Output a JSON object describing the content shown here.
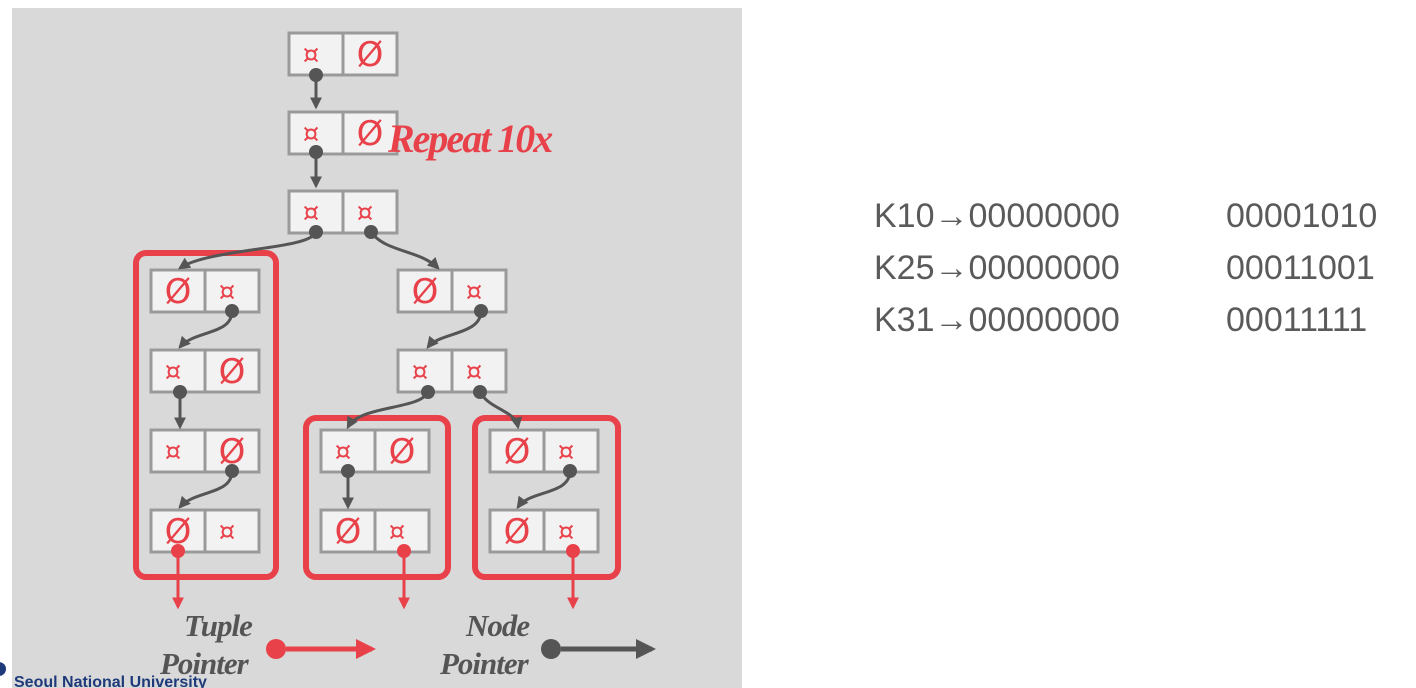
{
  "diagram": {
    "annotation": "Repeat 10x",
    "null_symbol": "Ø",
    "pointer_symbol": "¤",
    "legend": {
      "tuple_line1": "Tuple",
      "tuple_line2": "Pointer",
      "node_line1": "Node",
      "node_line2": "Pointer"
    },
    "colors": {
      "tuple_pointer": "#e8414a",
      "node_pointer": "#555555",
      "panel": "#d9d9d9",
      "cell": "#f2f2f2"
    },
    "nodes": [
      {
        "id": "n1",
        "left": "pointer",
        "right": "null"
      },
      {
        "id": "n2",
        "left": "pointer",
        "right": "null"
      },
      {
        "id": "n3",
        "left": "pointer",
        "right": "pointer"
      },
      {
        "id": "n4",
        "left": "null",
        "right": "pointer"
      },
      {
        "id": "n5",
        "left": "pointer",
        "right": "null"
      },
      {
        "id": "n6",
        "left": "null",
        "right": "pointer"
      },
      {
        "id": "n7",
        "left": "pointer",
        "right": "null"
      },
      {
        "id": "n8",
        "left": "null",
        "right": "pointer"
      },
      {
        "id": "n9",
        "left": "pointer",
        "right": "pointer"
      },
      {
        "id": "n10",
        "left": "pointer",
        "right": "null"
      },
      {
        "id": "n11",
        "left": "null",
        "right": "pointer"
      },
      {
        "id": "n12",
        "left": "null",
        "right": "pointer"
      },
      {
        "id": "n13",
        "left": "null",
        "right": "pointer"
      }
    ]
  },
  "keys": [
    {
      "label": "K10→00000000",
      "bits": "00001010"
    },
    {
      "label": "K25→00000000",
      "bits": "00011001"
    },
    {
      "label": "K31→00000000",
      "bits": "00011111"
    }
  ],
  "footer": {
    "text": "Seoul National University"
  }
}
